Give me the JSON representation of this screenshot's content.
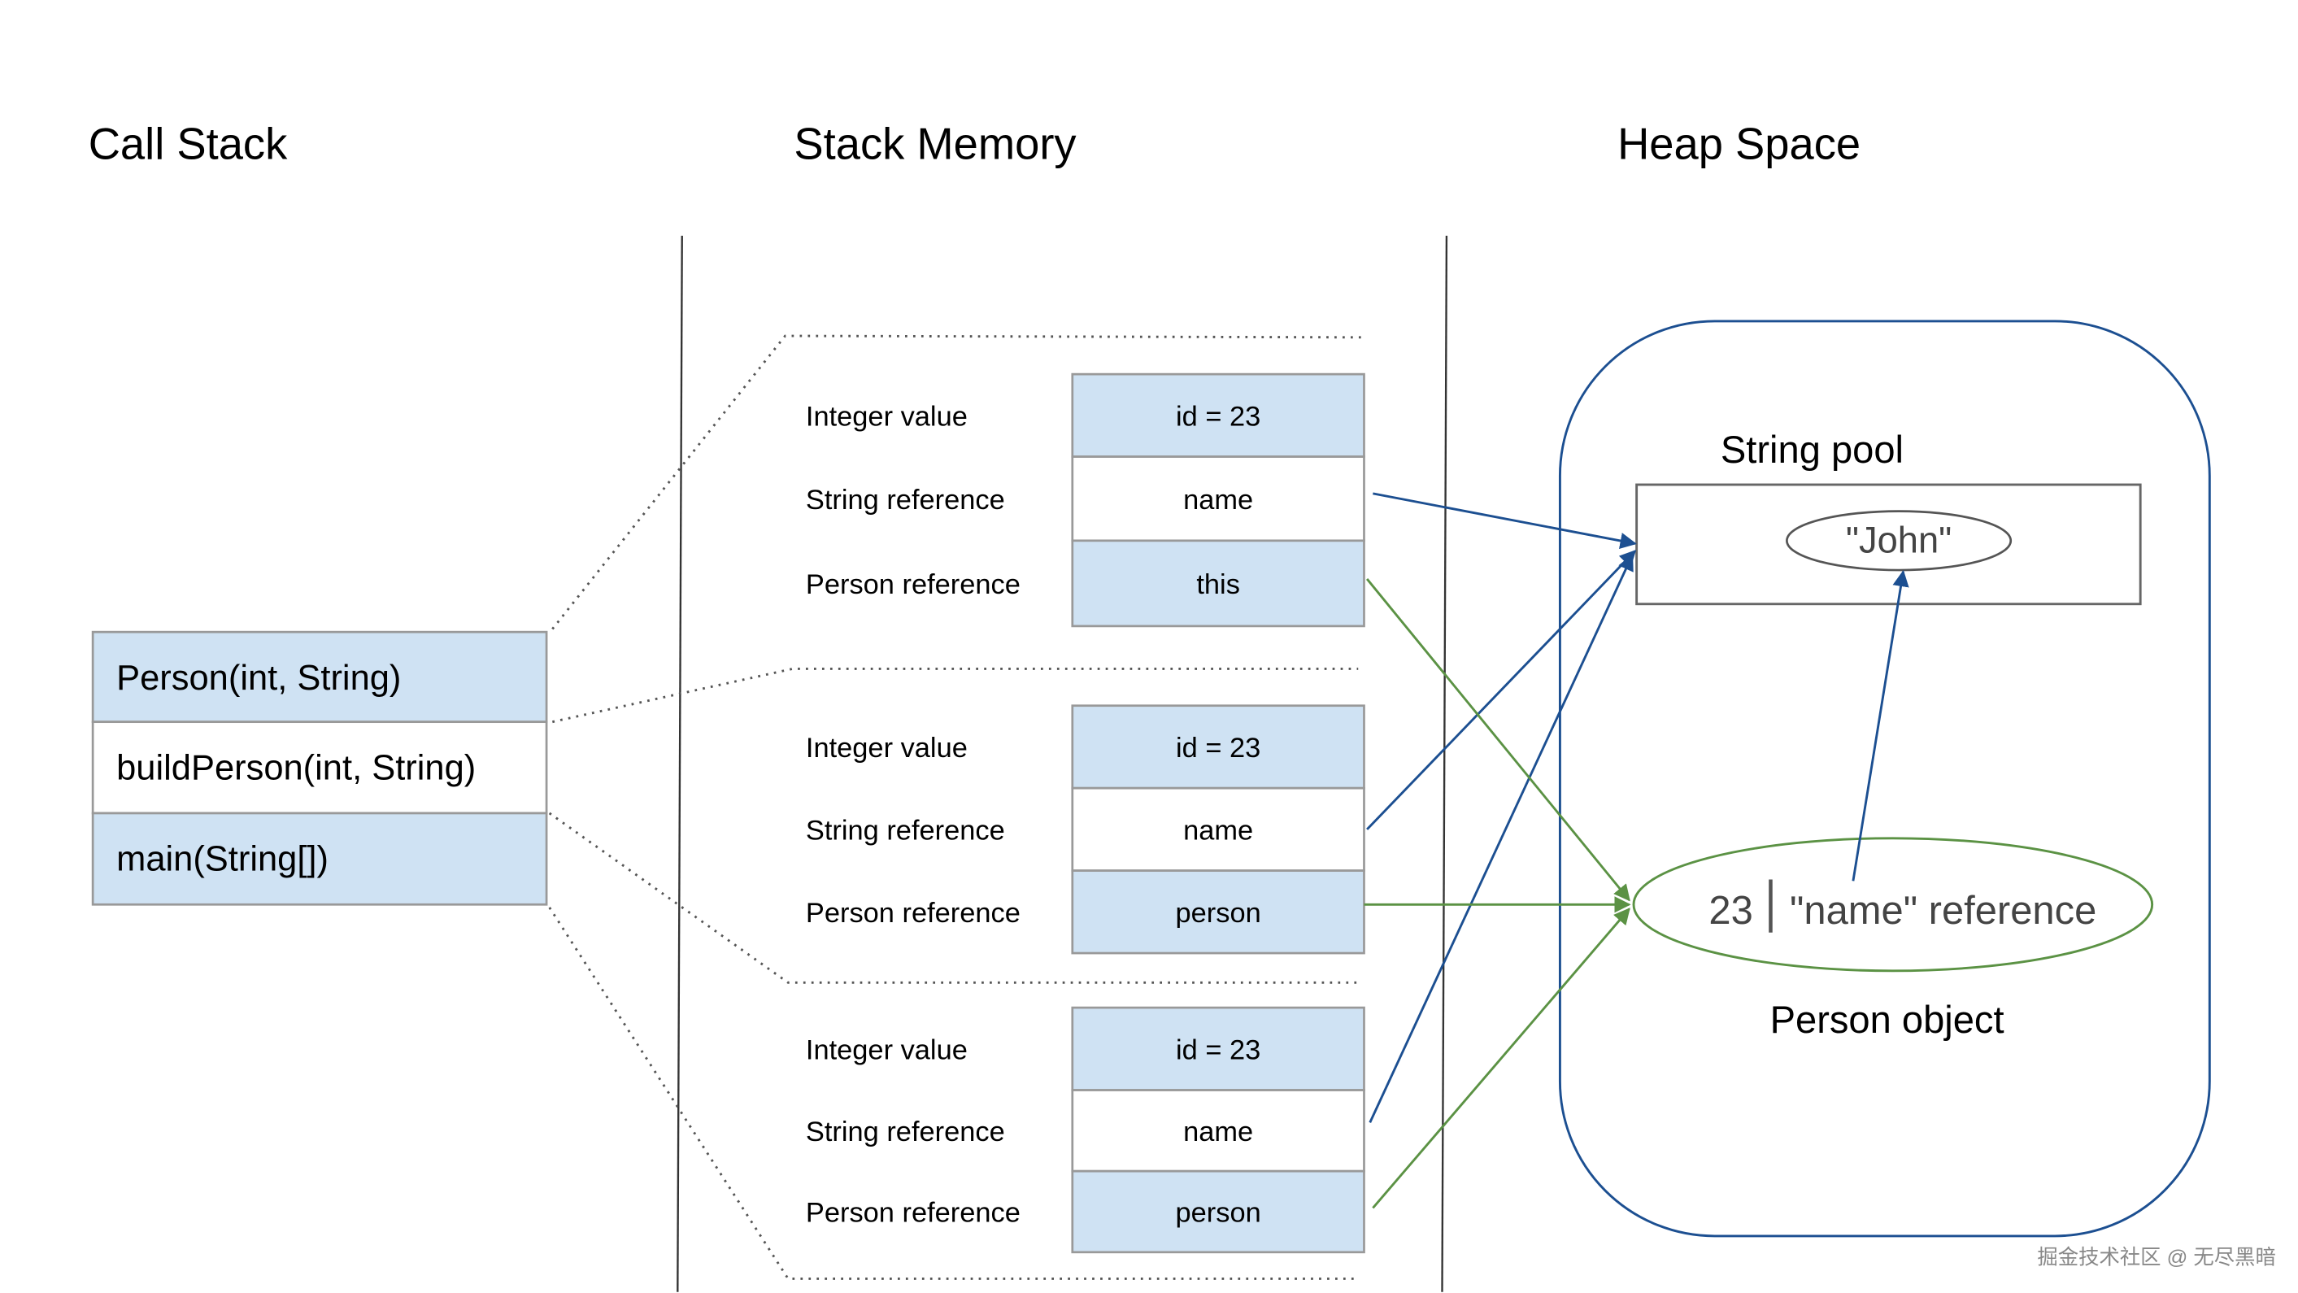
{
  "headers": {
    "call_stack": "Call Stack",
    "stack_memory": "Stack Memory",
    "heap_space": "Heap Space"
  },
  "call_stack": {
    "frames": [
      {
        "label": "Person(int, String)",
        "highlight": true
      },
      {
        "label": "buildPerson(int, String)",
        "highlight": false
      },
      {
        "label": "main(String[])",
        "highlight": true
      }
    ]
  },
  "stack_memory": {
    "groups": [
      {
        "rows": [
          {
            "label": "Integer value",
            "value": "id = 23"
          },
          {
            "label": "String reference",
            "value": "name"
          },
          {
            "label": "Person reference",
            "value": "this"
          }
        ]
      },
      {
        "rows": [
          {
            "label": "Integer value",
            "value": "id = 23"
          },
          {
            "label": "String reference",
            "value": "name"
          },
          {
            "label": "Person reference",
            "value": "person"
          }
        ]
      },
      {
        "rows": [
          {
            "label": "Integer value",
            "value": "id = 23"
          },
          {
            "label": "String reference",
            "value": "name"
          },
          {
            "label": "Person reference",
            "value": "person"
          }
        ]
      }
    ]
  },
  "heap": {
    "string_pool_label": "String pool",
    "string_value": "\"John\"",
    "person_object": {
      "id_value": "23",
      "name_field": "\"name\" reference",
      "label": "Person object"
    }
  },
  "watermark": "掘金技术社区 @ 无尽黑暗",
  "colors": {
    "highlight_fill": "#cfe2f3",
    "string_ref_arrow": "#1c4f91",
    "person_ref_arrow": "#5b9244",
    "heap_border": "#1c4f91",
    "person_ellipse": "#5b9244"
  }
}
